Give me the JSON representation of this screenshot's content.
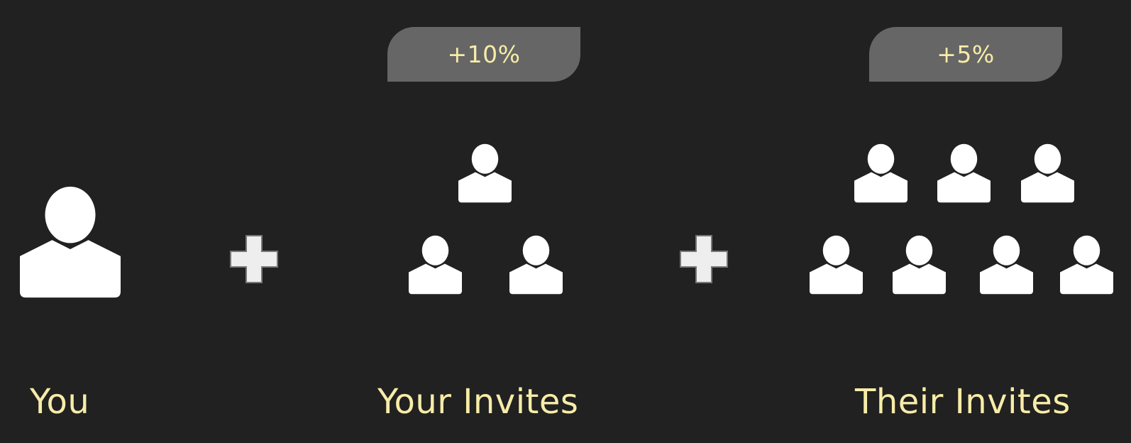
{
  "badges": {
    "your_invites_bonus": "+10%",
    "their_invites_bonus": "+5%"
  },
  "labels": {
    "you": "You",
    "your_invites": "Your Invites",
    "their_invites": "Their Invites"
  },
  "groups": {
    "you_count": 1,
    "your_invites_count": 3,
    "their_invites_count": 7
  },
  "colors": {
    "background": "#212121",
    "badge_background": "#666666",
    "accent_text": "#f7eca8",
    "person_icon": "#ffffff",
    "plus_icon": "#eeeeee"
  },
  "icons": {
    "person": "person-icon",
    "plus": "plus-icon"
  }
}
